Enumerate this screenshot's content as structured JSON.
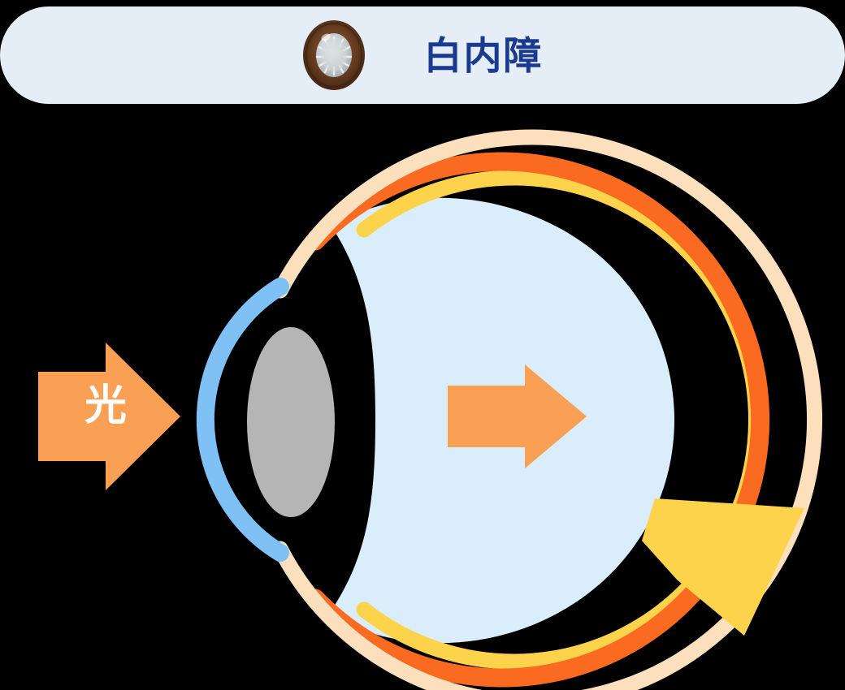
{
  "header": {
    "title": "白内障",
    "icon_name": "cataract-eye-icon",
    "background_color": "#e5eef7",
    "title_color": "#1a3a8f",
    "iris_color": "#6b3f22",
    "iris_dark_color": "#4a2a14",
    "cloudy_lens_color": "#c9cfd1"
  },
  "diagram": {
    "name": "cataract-eye-cross-section",
    "background_color": "#000000",
    "light_arrow": {
      "label": "光",
      "color": "#f9a055",
      "label_color": "#ffffff",
      "direction": "right"
    },
    "inner_arrow": {
      "color": "#f9a055",
      "direction": "right"
    },
    "parts": [
      {
        "name": "sclera",
        "color": "#fce0bd",
        "stroke_width": 19
      },
      {
        "name": "choroid",
        "color": "#fa6a21",
        "stroke_width": 23
      },
      {
        "name": "retina",
        "color": "#fcd34a",
        "stroke_width": 19
      },
      {
        "name": "vitreous-body",
        "color": "#d9edfa"
      },
      {
        "name": "cornea",
        "color": "#7fc0f5",
        "stroke_width": 22
      },
      {
        "name": "clouded-lens",
        "color": "#b5b5b5"
      },
      {
        "name": "optic-nerve",
        "color": "#fcd34a"
      }
    ]
  }
}
